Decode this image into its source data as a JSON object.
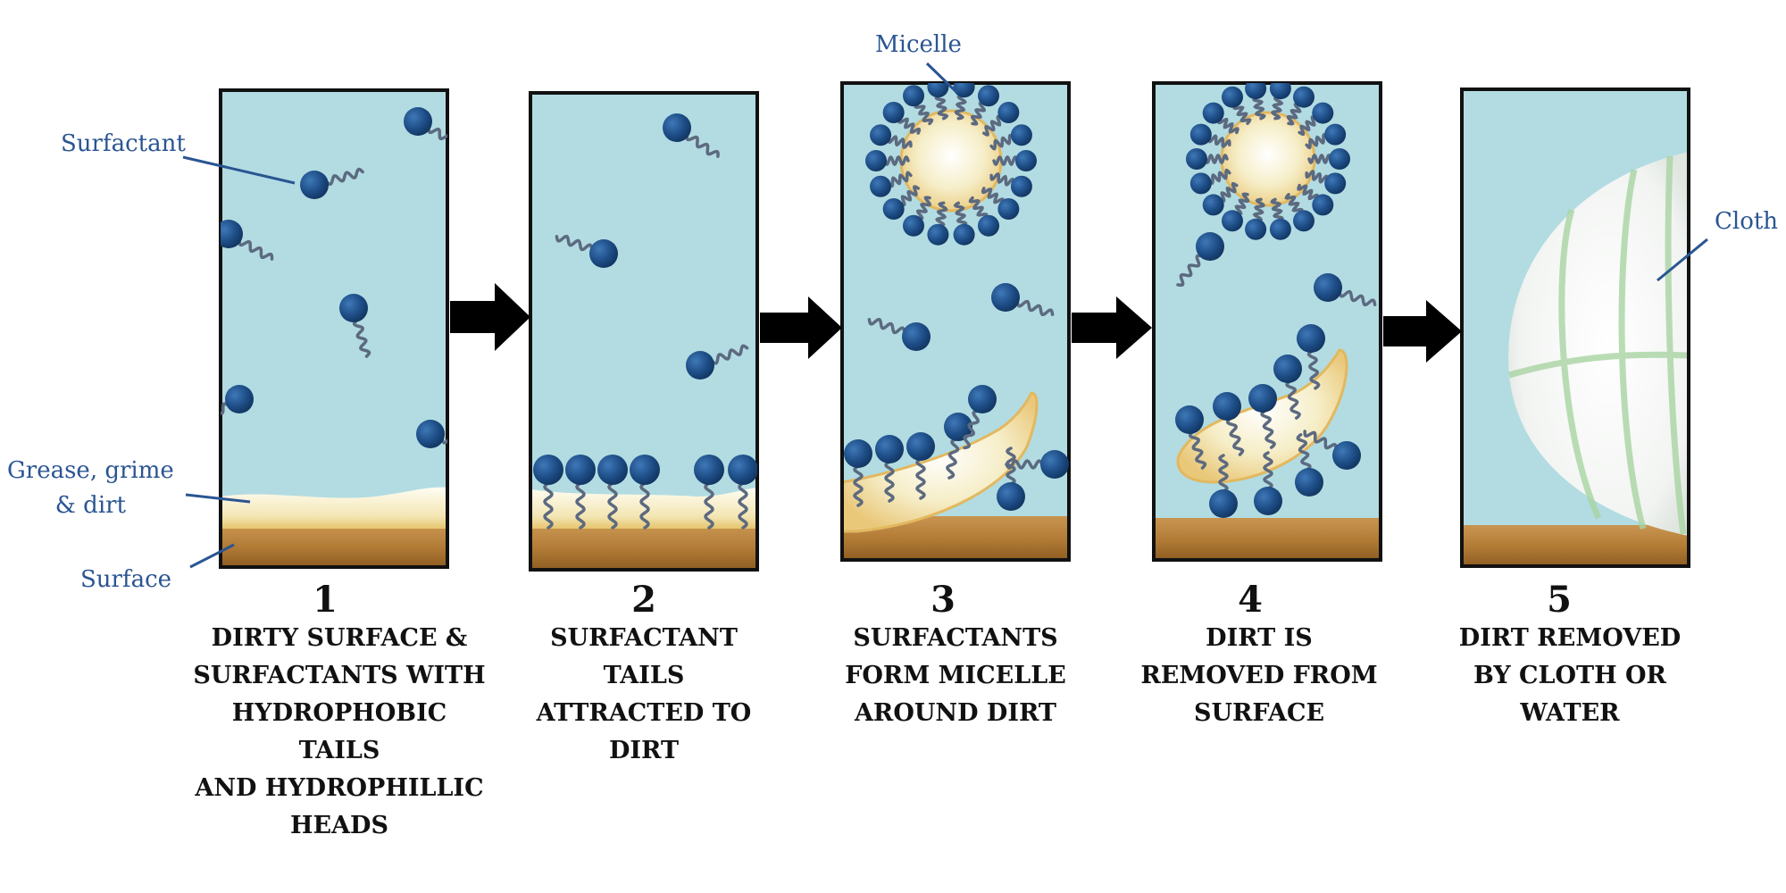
{
  "labels": {
    "surfactant": "Surfactant",
    "grease": [
      "Grease, grime",
      "& dirt"
    ],
    "surface": "Surface",
    "micelle": "Micelle",
    "cloth": "Cloth"
  },
  "steps": [
    {
      "number": "1",
      "caption": [
        "DIRTY SURFACE  &",
        "SURFACTANTS WITH",
        "HYDROPHOBIC TAILS",
        "AND HYDROPHILLIC",
        "HEADS"
      ]
    },
    {
      "number": "2",
      "caption": [
        "SURFACTANT",
        "TAILS",
        "ATTRACTED TO",
        "DIRT"
      ]
    },
    {
      "number": "3",
      "caption": [
        "SURFACTANTS",
        "FORM MICELLE",
        "AROUND DIRT"
      ]
    },
    {
      "number": "4",
      "caption": [
        "DIRT IS",
        "REMOVED FROM",
        "SURFACE"
      ]
    },
    {
      "number": "5",
      "caption": [
        "DIRT REMOVED",
        "BY CLOTH OR",
        "WATER"
      ]
    }
  ],
  "colors": {
    "water": "#b2dce2",
    "surface": "#b07a35",
    "grease": "#f6eec8",
    "surfactant_head": "#1d4d86",
    "tail": "#5c6a80",
    "label_blue": "#2a5592"
  }
}
